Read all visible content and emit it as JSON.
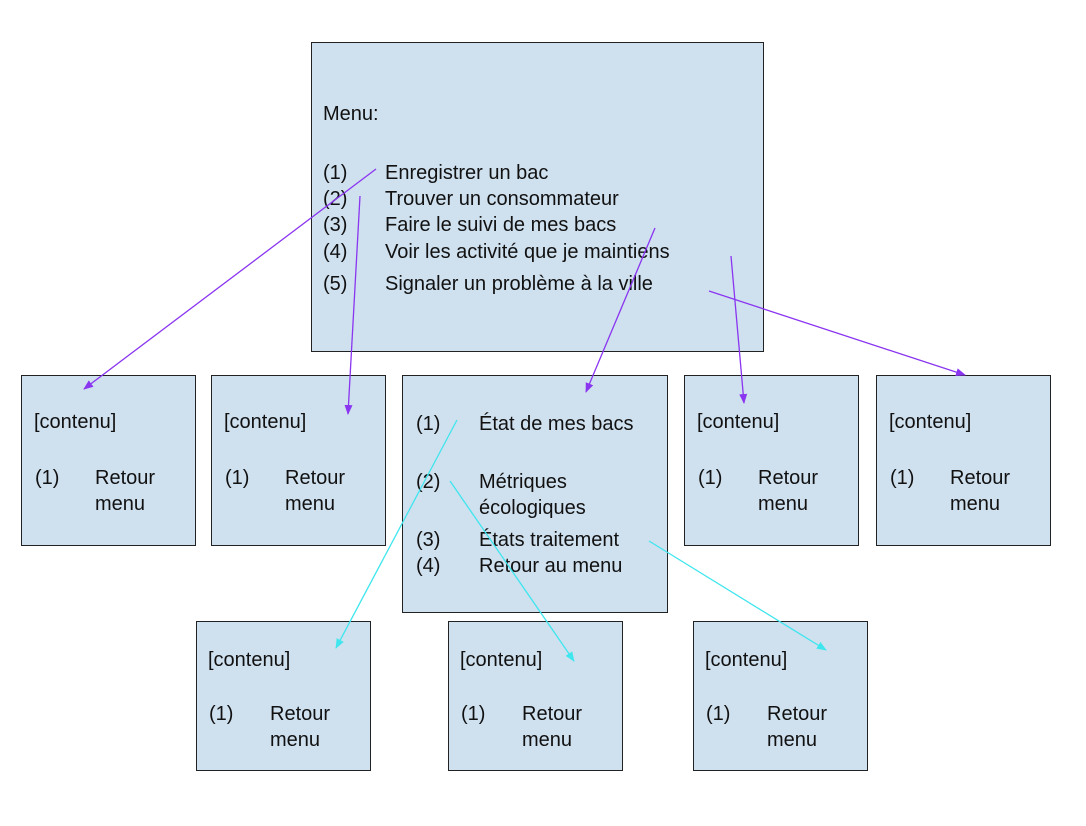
{
  "main_menu": {
    "title": "Menu:",
    "items": [
      {
        "num": "(1)",
        "label": "Enregistrer un bac"
      },
      {
        "num": "(2)",
        "label": "Trouver un consommateur"
      },
      {
        "num": "(3)",
        "label": "Faire le suivi de mes bacs"
      },
      {
        "num": "(4)",
        "label": "Voir les activité que je maintiens"
      },
      {
        "num": "(5)",
        "label": "Signaler un problème à la ville"
      }
    ]
  },
  "submenu": {
    "items": [
      {
        "num": "(1)",
        "label": "État de mes bacs"
      },
      {
        "num": "(2)",
        "label": "Métriques écologiques"
      },
      {
        "num": "(3)",
        "label": "États traitement"
      },
      {
        "num": "(4)",
        "label": "Retour au menu"
      }
    ]
  },
  "content_box": {
    "placeholder": "[contenu]",
    "num": "(1)",
    "back": "Retour menu"
  },
  "colors": {
    "box_fill": "#cfe0ef",
    "arrow_main": "#8a35f0",
    "arrow_sub": "#3fe6ee"
  }
}
